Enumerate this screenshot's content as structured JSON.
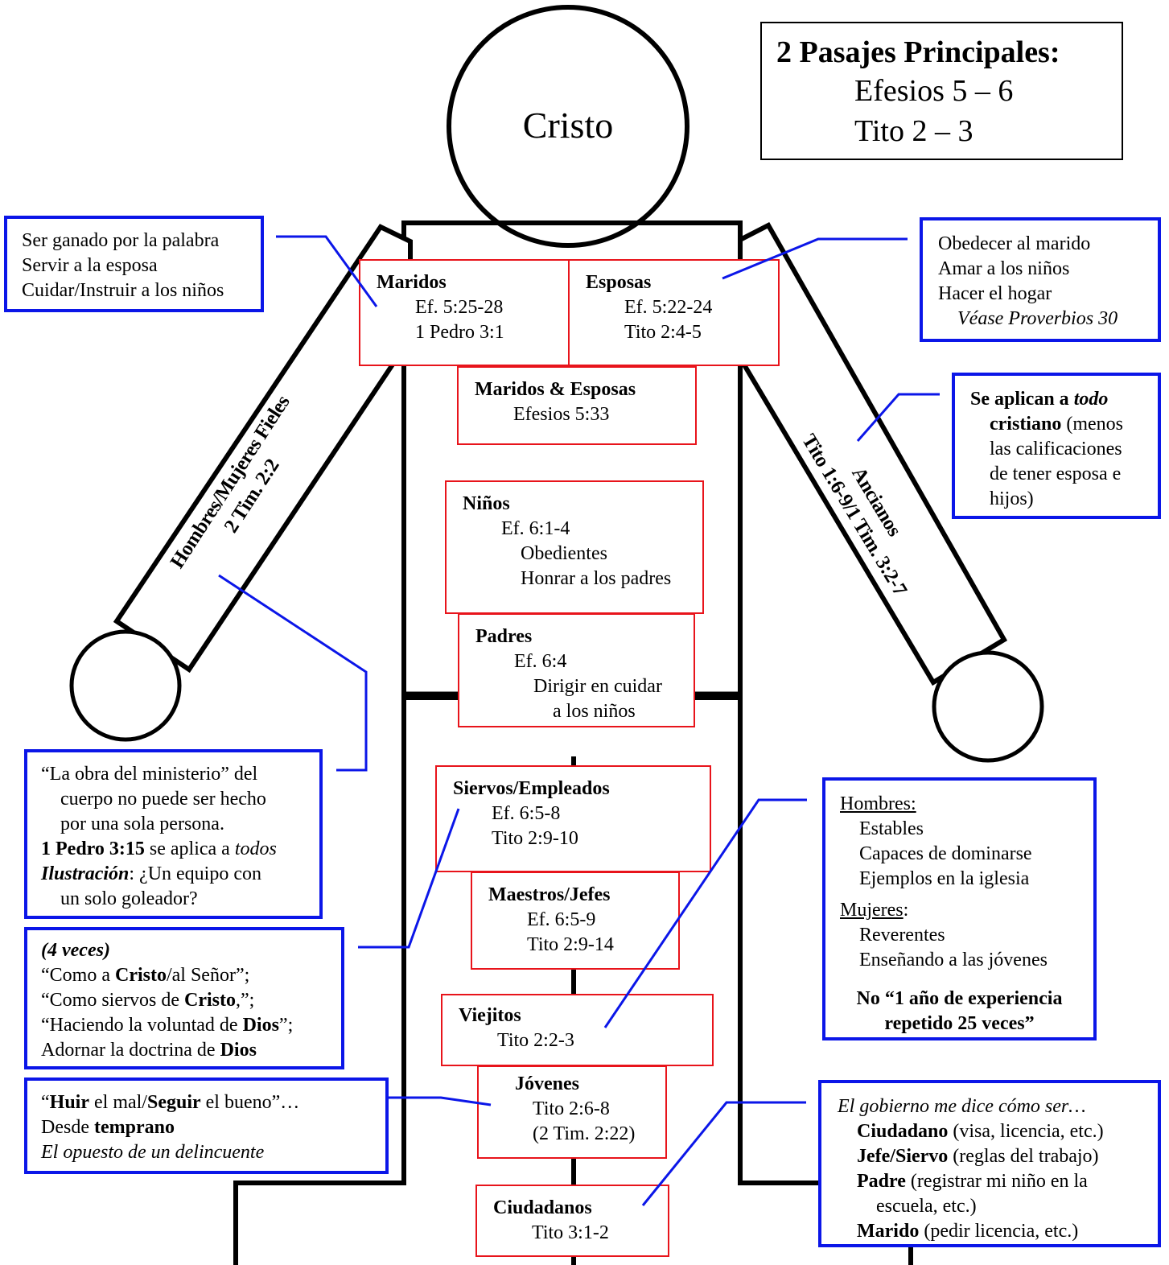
{
  "head": {
    "label": "Cristo"
  },
  "main_passages": {
    "title": "2 Pasajes Principales:",
    "lines": [
      "Efesios 5 – 6",
      "Tito 2 – 3"
    ]
  },
  "left_arm_label": {
    "line1": "Hombres/Mujeres Fieles",
    "line2": "2 Tim. 2:2"
  },
  "right_arm_label": {
    "line1": "Ancianos",
    "line2": "Tito 1:6-9/1 Tim. 3:2-7"
  },
  "red_boxes": {
    "maridos": {
      "title": "Maridos",
      "refs": [
        "Ef. 5:25-28",
        "1 Pedro 3:1"
      ]
    },
    "esposas": {
      "title": "Esposas",
      "refs": [
        "Ef. 5:22-24",
        "Tito 2:4-5"
      ]
    },
    "maridos_esposas": {
      "title": "Maridos & Esposas",
      "refs": [
        "Efesios 5:33"
      ]
    },
    "ninos": {
      "title": "Niños",
      "refs": [
        "Ef. 6:1-4",
        "Obedientes",
        "Honrar a los padres"
      ]
    },
    "padres": {
      "title": "Padres",
      "refs": [
        "Ef. 6:4",
        "Dirigir en cuidar",
        "a los niños"
      ]
    },
    "siervos": {
      "title": "Siervos/Empleados",
      "refs": [
        "Ef. 6:5-8",
        "Tito 2:9-10"
      ]
    },
    "maestros": {
      "title": "Maestros/Jefes",
      "refs": [
        "Ef. 6:5-9",
        "Tito 2:9-14"
      ]
    },
    "viejitos": {
      "title": "Viejitos",
      "refs": [
        "Tito 2:2-3"
      ]
    },
    "jovenes": {
      "title": "Jóvenes",
      "refs": [
        "Tito 2:6-8",
        "(2 Tim. 2:22)"
      ]
    },
    "ciudadanos": {
      "title": "Ciudadanos",
      "refs": [
        "Tito 3:1-2"
      ]
    }
  },
  "blue_boxes": {
    "maridos_note": [
      "Ser ganado por la palabra",
      "Servir a la esposa",
      "Cuidar/Instruir a los niños"
    ],
    "esposas_note": [
      "Obedecer al marido",
      "Amar a los niños",
      "Hacer el hogar",
      "Véase Proverbios 30"
    ],
    "ancianos_note": {
      "p1_bold": "Se aplican a ",
      "p1_italic": "todo",
      "p2_bold": "cristiano",
      "p2_rest": " (menos",
      "p3": "las calificaciones",
      "p4": "de tener esposa e",
      "p5": "hijos)"
    },
    "ministerio_note": {
      "l1": "“La obra del ministerio” del",
      "l2": "cuerpo no puede ser hecho",
      "l3": "por una sola persona.",
      "l4_bold": "1 Pedro 3:15",
      "l4_rest": " se aplica a ",
      "l4_italic": "todos",
      "l5_bolditalic": "Ilustración",
      "l5_rest": ": ¿Un equipo con",
      "l6": "un solo goleador?"
    },
    "siervos_note": {
      "l1": "(4 veces)",
      "l2_a": "“Como a ",
      "l2_b": "Cristo",
      "l2_c": "/al Señor”;",
      "l3_a": "“Como siervos de ",
      "l3_b": "Cristo",
      "l3_c": ",”;",
      "l4_a": "“Haciendo la voluntad de ",
      "l4_b": "Dios",
      "l4_c": "”;",
      "l5_a": "Adornar la doctrina de ",
      "l5_b": "Dios"
    },
    "viejitos_note": {
      "hombres": "Hombres:",
      "h_items": [
        "Estables",
        "Capaces de dominarse",
        "Ejemplos en la iglesia"
      ],
      "mujeres": "Mujeres",
      "mujeres_colon": ":",
      "m_items": [
        "Reverentes",
        "Enseñando a las jóvenes"
      ],
      "footer1": "No “1 año de experiencia",
      "footer2": "repetido 25 veces”"
    },
    "jovenes_note": {
      "l1_a": "“",
      "l1_b": "Huir",
      "l1_c": " el mal/",
      "l1_d": "Seguir",
      "l1_e": " el bueno”…",
      "l2_a": "Desde ",
      "l2_b": "temprano",
      "l3": "El opuesto de un delincuente"
    },
    "gobierno_note": {
      "l1": "El gobierno me dice cómo ser…",
      "l2_b": "Ciudadano",
      "l2_r": " (visa, licencia, etc.)",
      "l3_b": "Jefe/Siervo",
      "l3_r": " (reglas del trabajo)",
      "l4_b": "Padre",
      "l4_r": " (registrar mi niño en la",
      "l5": "escuela, etc.)",
      "l6_b": "Marido",
      "l6_r": " (pedir licencia, etc.)"
    }
  },
  "colors": {
    "red_border": "#e8141b",
    "blue_border": "#0b16e8",
    "figure_stroke": "#000000"
  }
}
